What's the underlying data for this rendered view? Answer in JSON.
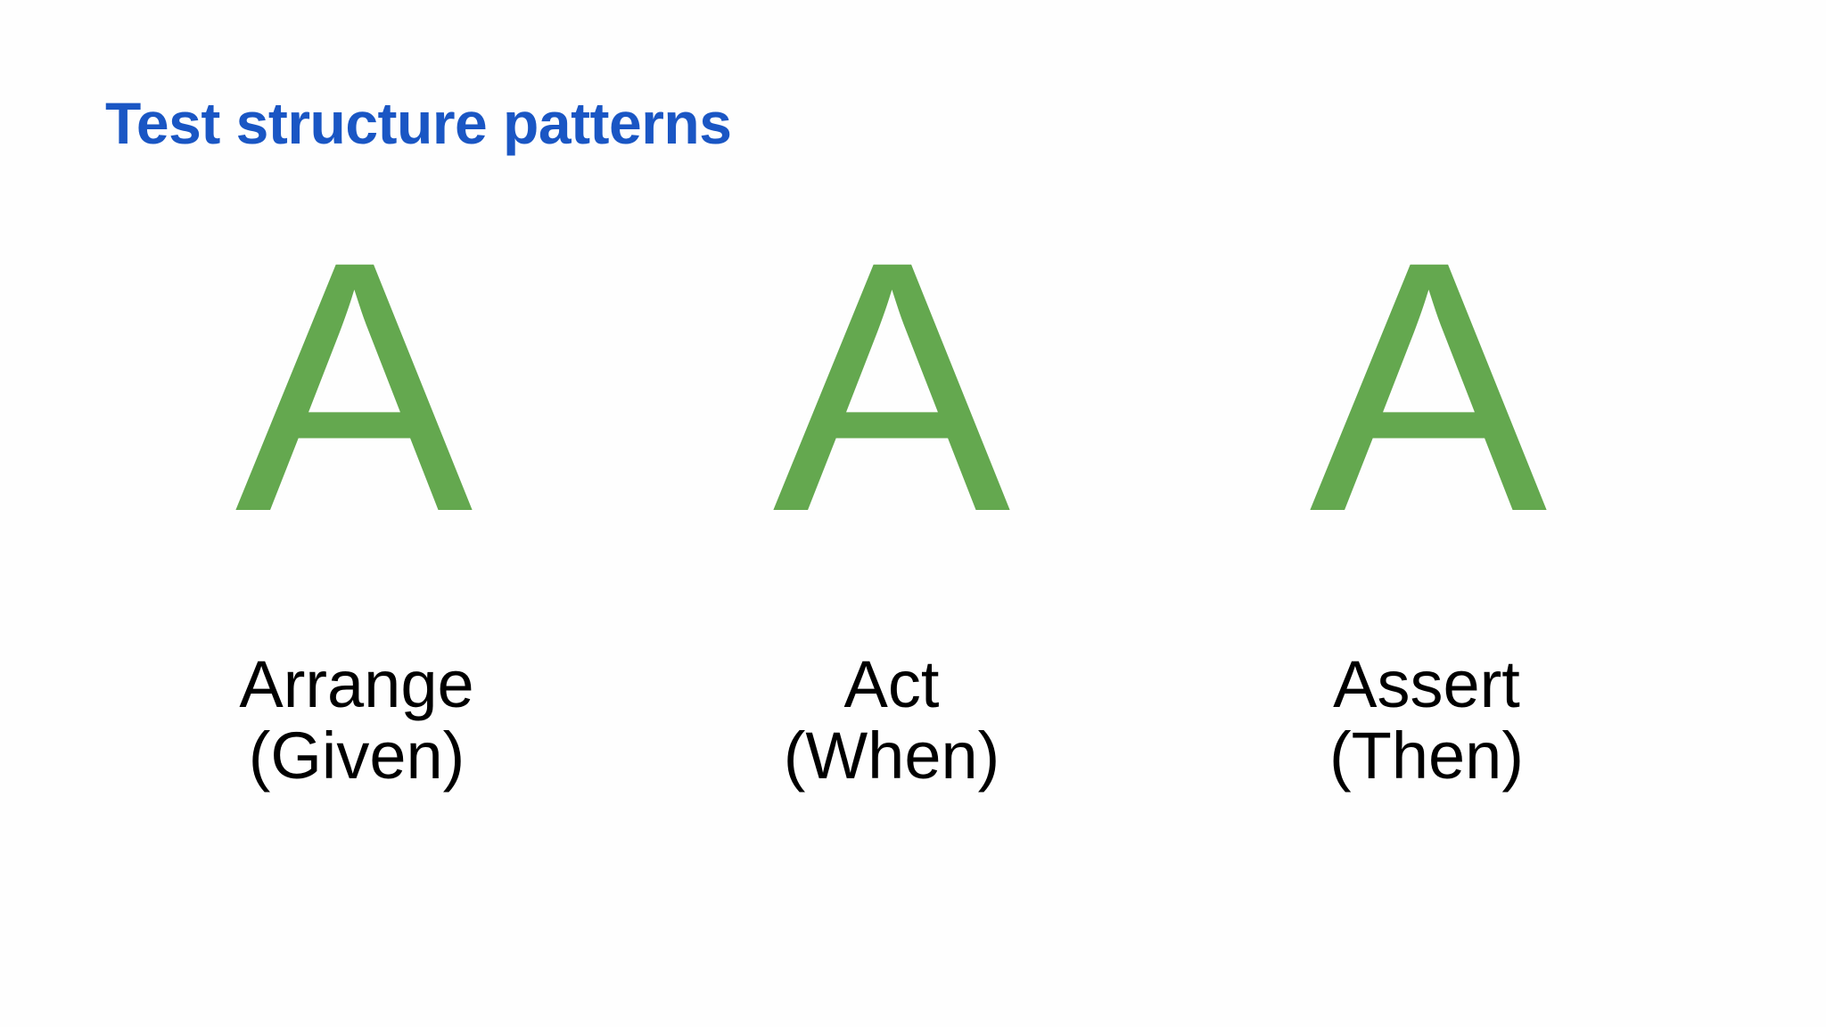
{
  "slide": {
    "title": "Test structure patterns",
    "background_color": "#fefefe",
    "title_color": "#1a56c4",
    "glyph_color": "#64a84f",
    "caption_color": "#000000"
  },
  "columns": [
    {
      "glyph": "A",
      "glyph_name": "letter-a-green",
      "name": "Arrange",
      "alias": "(Given)"
    },
    {
      "glyph": "A",
      "glyph_name": "letter-a-green",
      "name": "Act",
      "alias": "(When)"
    },
    {
      "glyph": "A",
      "glyph_name": "letter-a-green",
      "name": "Assert",
      "alias": "(Then)"
    }
  ]
}
